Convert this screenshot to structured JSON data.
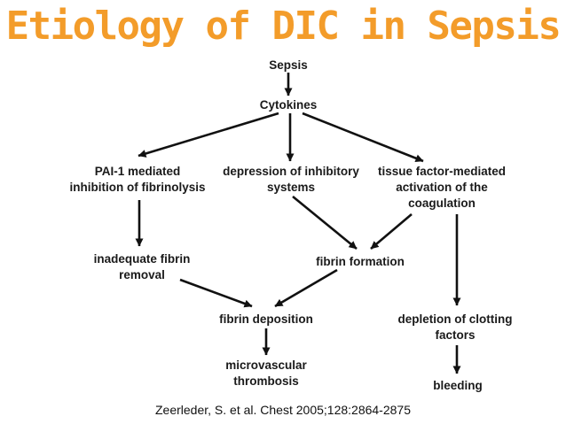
{
  "slide": {
    "title": "Etiology of DIC in Sepsis",
    "title_color": "#f39c2a",
    "citation": "Zeerleder, S. et al. Chest 2005;128:2864-2875"
  },
  "diagram": {
    "nodes": {
      "sepsis": [
        "Sepsis"
      ],
      "cytokines": [
        "Cytokines"
      ],
      "pai1": [
        "PAI-1 mediated",
        "inhibition of fibrinolysis"
      ],
      "depression": [
        "depression of inhibitory",
        "systems"
      ],
      "tissue_factor": [
        "tissue factor-mediated",
        "activation of the",
        "coagulation"
      ],
      "inadequate_removal": [
        "inadequate fibrin",
        "removal"
      ],
      "fibrin_formation": [
        "fibrin formation"
      ],
      "fibrin_deposition": [
        "fibrin deposition"
      ],
      "depletion": [
        "depletion of clotting",
        "factors"
      ],
      "thrombosis": [
        "microvascular",
        "thrombosis"
      ],
      "bleeding": [
        "bleeding"
      ]
    },
    "edges": [
      [
        "sepsis",
        "cytokines"
      ],
      [
        "cytokines",
        "pai1"
      ],
      [
        "cytokines",
        "depression"
      ],
      [
        "cytokines",
        "tissue_factor"
      ],
      [
        "pai1",
        "inadequate_removal"
      ],
      [
        "depression",
        "fibrin_formation"
      ],
      [
        "tissue_factor",
        "fibrin_formation"
      ],
      [
        "tissue_factor",
        "depletion"
      ],
      [
        "inadequate_removal",
        "fibrin_deposition"
      ],
      [
        "fibrin_formation",
        "fibrin_deposition"
      ],
      [
        "fibrin_deposition",
        "thrombosis"
      ],
      [
        "depletion",
        "bleeding"
      ]
    ],
    "arrow_color": "#111111"
  }
}
